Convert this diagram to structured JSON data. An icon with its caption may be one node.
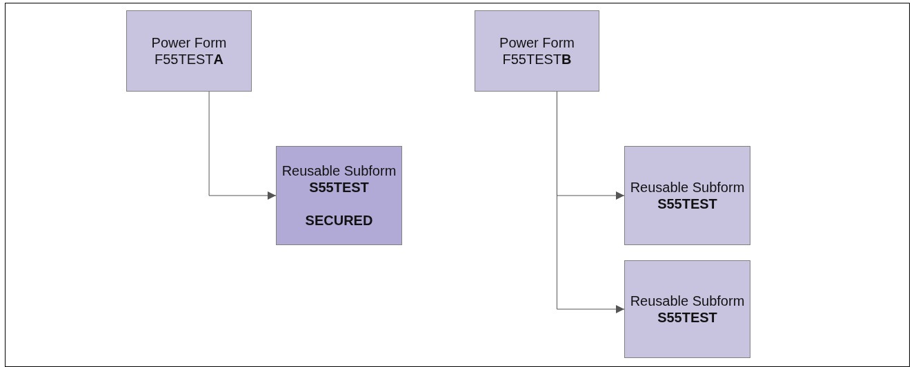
{
  "diagram": {
    "nodes": [
      {
        "text": [
          "Power Form F55TEST**A**"
        ]
      },
      {
        "text": [
          "Reusable Subform **S55TEST**",
          "SECURED"
        ]
      },
      {
        "text": [
          "Power Form F55TEST**B**"
        ]
      },
      {
        "text": [
          "Reusable Subform **S55TEST**"
        ]
      },
      {
        "text": [
          "Reusable Subform **S55TEST**"
        ]
      }
    ],
    "edges": [
      {
        "from": 0,
        "to": 1,
        "arrow": "to"
      },
      {
        "from": 2,
        "to": 3,
        "arrow": "to"
      },
      {
        "from": 2,
        "to": 4,
        "arrow": "to"
      }
    ]
  }
}
